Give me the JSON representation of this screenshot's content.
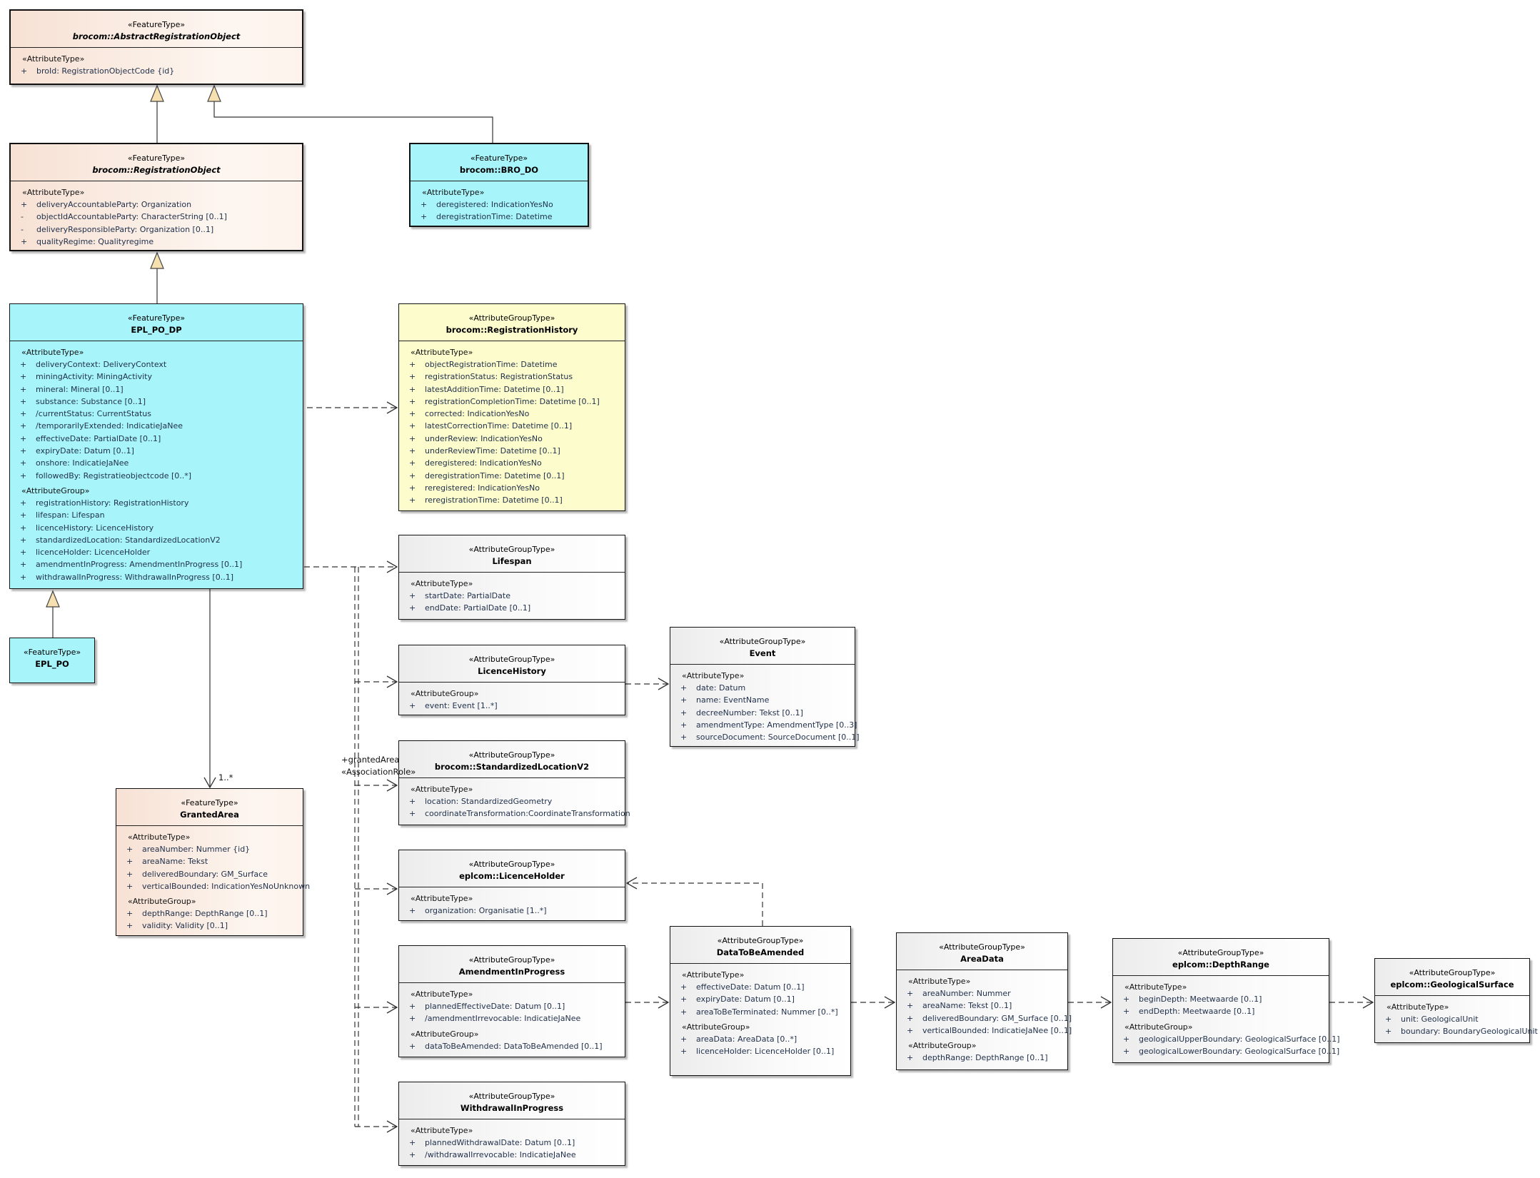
{
  "colors": {
    "feature_type_bg": "#fbeee5",
    "concrete_feature_bg": "#a7f5fb",
    "registration_history_bg": "#fdfccc",
    "attribute_group_bg": "#f3f3f3",
    "generalization_arrow_fill": "#f7e0b0",
    "line": "#333333"
  },
  "classes": [
    {
      "id": "abstract-registration-object",
      "stereotype": "«FeatureType»",
      "name": "brocom::AbstractRegistrationObject",
      "italic": true,
      "sections": [
        {
          "label": "«AttributeType»",
          "attrs": [
            {
              "vis": "+",
              "text": "broId: RegistrationObjectCode {id}"
            }
          ]
        }
      ]
    },
    {
      "id": "registration-object",
      "stereotype": "«FeatureType»",
      "name": "brocom::RegistrationObject",
      "italic": true,
      "sections": [
        {
          "label": "«AttributeType»",
          "attrs": [
            {
              "vis": "+",
              "text": "deliveryAccountableParty: Organization"
            },
            {
              "vis": "-",
              "text": "objectIdAccountableParty: CharacterString [0..1]"
            },
            {
              "vis": "-",
              "text": "deliveryResponsibleParty: Organization [0..1]"
            },
            {
              "vis": "+",
              "text": "qualityRegime: Qualityregime"
            }
          ]
        }
      ]
    },
    {
      "id": "bro-do",
      "stereotype": "«FeatureType»",
      "name": "brocom::BRO_DO",
      "italic": false,
      "sections": [
        {
          "label": "«AttributeType»",
          "attrs": [
            {
              "vis": "+",
              "text": "deregistered: IndicationYesNo"
            },
            {
              "vis": "+",
              "text": "deregistrationTime: Datetime"
            }
          ]
        }
      ]
    },
    {
      "id": "epl-po-dp",
      "stereotype": "«FeatureType»",
      "name": "EPL_PO_DP",
      "italic": false,
      "sections": [
        {
          "label": "«AttributeType»",
          "attrs": [
            {
              "vis": "+",
              "text": "deliveryContext: DeliveryContext"
            },
            {
              "vis": "+",
              "text": "miningActivity: MiningActivity"
            },
            {
              "vis": "+",
              "text": "mineral: Mineral [0..1]"
            },
            {
              "vis": "+",
              "text": "substance: Substance [0..1]"
            },
            {
              "vis": "+",
              "text": "/currentStatus: CurrentStatus"
            },
            {
              "vis": "+",
              "text": "/temporarilyExtended: IndicatieJaNee"
            },
            {
              "vis": "+",
              "text": "effectiveDate: PartialDate [0..1]"
            },
            {
              "vis": "+",
              "text": "expiryDate: Datum [0..1]"
            },
            {
              "vis": "+",
              "text": "onshore: IndicatieJaNee"
            },
            {
              "vis": "+",
              "text": "followedBy: Registratieobjectcode [0..*]"
            }
          ]
        },
        {
          "label": "«AttributeGroup»",
          "attrs": [
            {
              "vis": "+",
              "text": "registrationHistory: RegistrationHistory"
            },
            {
              "vis": "+",
              "text": "lifespan: Lifespan"
            },
            {
              "vis": "+",
              "text": "licenceHistory: LicenceHistory"
            },
            {
              "vis": "+",
              "text": "standardizedLocation: StandardizedLocationV2"
            },
            {
              "vis": "+",
              "text": "licenceHolder: LicenceHolder"
            },
            {
              "vis": "+",
              "text": "amendmentInProgress: AmendmentInProgress [0..1]"
            },
            {
              "vis": "+",
              "text": "withdrawalInProgress: WithdrawalInProgress [0..1]"
            }
          ]
        }
      ]
    },
    {
      "id": "epl-po",
      "stereotype": "«FeatureType»",
      "name": "EPL_PO",
      "italic": false,
      "sections": []
    },
    {
      "id": "granted-area",
      "stereotype": "«FeatureType»",
      "name": "GrantedArea",
      "italic": false,
      "sections": [
        {
          "label": "«AttributeType»",
          "attrs": [
            {
              "vis": "+",
              "text": "areaNumber: Nummer {id}"
            },
            {
              "vis": "+",
              "text": "areaName: Tekst"
            },
            {
              "vis": "+",
              "text": "deliveredBoundary: GM_Surface"
            },
            {
              "vis": "+",
              "text": "verticalBounded: IndicationYesNoUnknown"
            }
          ]
        },
        {
          "label": "«AttributeGroup»",
          "attrs": [
            {
              "vis": "+",
              "text": "depthRange: DepthRange [0..1]"
            },
            {
              "vis": "+",
              "text": "validity: Validity [0..1]"
            }
          ]
        }
      ]
    },
    {
      "id": "registration-history",
      "stereotype": "«AttributeGroupType»",
      "name": "brocom::RegistrationHistory",
      "italic": false,
      "sections": [
        {
          "label": "«AttributeType»",
          "attrs": [
            {
              "vis": "+",
              "text": "objectRegistrationTime: Datetime"
            },
            {
              "vis": "+",
              "text": "registrationStatus: RegistrationStatus"
            },
            {
              "vis": "+",
              "text": "latestAdditionTime: Datetime [0..1]"
            },
            {
              "vis": "+",
              "text": "registrationCompletionTime: Datetime [0..1]"
            },
            {
              "vis": "+",
              "text": "corrected: IndicationYesNo"
            },
            {
              "vis": "+",
              "text": "latestCorrectionTime: Datetime [0..1]"
            },
            {
              "vis": "+",
              "text": "underReview: IndicationYesNo"
            },
            {
              "vis": "+",
              "text": "underReviewTime: Datetime [0..1]"
            },
            {
              "vis": "+",
              "text": "deregistered: IndicationYesNo"
            },
            {
              "vis": "+",
              "text": "deregistrationTime: Datetime [0..1]"
            },
            {
              "vis": "+",
              "text": "reregistered: IndicationYesNo"
            },
            {
              "vis": "+",
              "text": "reregistrationTime: Datetime [0..1]"
            }
          ]
        }
      ]
    },
    {
      "id": "lifespan",
      "stereotype": "«AttributeGroupType»",
      "name": "Lifespan",
      "italic": false,
      "sections": [
        {
          "label": "«AttributeType»",
          "attrs": [
            {
              "vis": "+",
              "text": "startDate: PartialDate"
            },
            {
              "vis": "+",
              "text": "endDate: PartialDate [0..1]"
            }
          ]
        }
      ]
    },
    {
      "id": "licence-history",
      "stereotype": "«AttributeGroupType»",
      "name": "LicenceHistory",
      "italic": false,
      "sections": [
        {
          "label": "«AttributeGroup»",
          "attrs": [
            {
              "vis": "+",
              "text": "event: Event [1..*]"
            }
          ]
        }
      ]
    },
    {
      "id": "event",
      "stereotype": "«AttributeGroupType»",
      "name": "Event",
      "italic": false,
      "sections": [
        {
          "label": "«AttributeType»",
          "attrs": [
            {
              "vis": "+",
              "text": "date: Datum"
            },
            {
              "vis": "+",
              "text": "name: EventName"
            },
            {
              "vis": "+",
              "text": "decreeNumber: Tekst [0..1]"
            },
            {
              "vis": "+",
              "text": "amendmentType: AmendmentType [0..3]"
            },
            {
              "vis": "+",
              "text": "sourceDocument: SourceDocument [0..1]"
            }
          ]
        }
      ]
    },
    {
      "id": "standardized-location",
      "stereotype": "«AttributeGroupType»",
      "name": "brocom::StandardizedLocationV2",
      "italic": false,
      "sections": [
        {
          "label": "«AttributeType»",
          "attrs": [
            {
              "vis": "+",
              "text": "location: StandardizedGeometry"
            },
            {
              "vis": "+",
              "text": "coordinateTransformation:CoordinateTransformation"
            }
          ]
        }
      ]
    },
    {
      "id": "licence-holder",
      "stereotype": "«AttributeGroupType»",
      "name": "eplcom::LicenceHolder",
      "italic": false,
      "sections": [
        {
          "label": "«AttributeType»",
          "attrs": [
            {
              "vis": "+",
              "text": "organization: Organisatie [1..*]"
            }
          ]
        }
      ]
    },
    {
      "id": "amendment-in-progress",
      "stereotype": "«AttributeGroupType»",
      "name": "AmendmentInProgress",
      "italic": false,
      "sections": [
        {
          "label": "«AttributeType»",
          "attrs": [
            {
              "vis": "+",
              "text": "plannedEffectiveDate: Datum [0..1]"
            },
            {
              "vis": "+",
              "text": "/amendmentIrrevocable: IndicatieJaNee"
            }
          ]
        },
        {
          "label": "«AttributeGroup»",
          "attrs": [
            {
              "vis": "+",
              "text": "dataToBeAmended: DataToBeAmended [0..1]"
            }
          ]
        }
      ]
    },
    {
      "id": "withdrawal-in-progress",
      "stereotype": "«AttributeGroupType»",
      "name": "WithdrawalInProgress",
      "italic": false,
      "sections": [
        {
          "label": "«AttributeType»",
          "attrs": [
            {
              "vis": "+",
              "text": "plannedWithdrawalDate: Datum [0..1]"
            },
            {
              "vis": "+",
              "text": "/withdrawalIrrevocable: IndicatieJaNee"
            }
          ]
        }
      ]
    },
    {
      "id": "data-to-be-amended",
      "stereotype": "«AttributeGroupType»",
      "name": "DataToBeAmended",
      "italic": false,
      "sections": [
        {
          "label": "«AttributeType»",
          "attrs": [
            {
              "vis": "+",
              "text": "effectiveDate: Datum [0..1]"
            },
            {
              "vis": "+",
              "text": "expiryDate: Datum [0..1]"
            },
            {
              "vis": "+",
              "text": "areaToBeTerminated: Nummer [0..*]"
            }
          ]
        },
        {
          "label": "«AttributeGroup»",
          "attrs": [
            {
              "vis": "+",
              "text": "areaData: AreaData [0..*]"
            },
            {
              "vis": "+",
              "text": "licenceHolder: LicenceHolder [0..1]"
            }
          ]
        }
      ]
    },
    {
      "id": "area-data",
      "stereotype": "«AttributeGroupType»",
      "name": "AreaData",
      "italic": false,
      "sections": [
        {
          "label": "«AttributeType»",
          "attrs": [
            {
              "vis": "+",
              "text": "areaNumber: Nummer"
            },
            {
              "vis": "+",
              "text": "areaName: Tekst [0..1]"
            },
            {
              "vis": "+",
              "text": "deliveredBoundary: GM_Surface [0..1]"
            },
            {
              "vis": "+",
              "text": "verticalBounded: IndicatieJaNee [0..1]"
            }
          ]
        },
        {
          "label": "«AttributeGroup»",
          "attrs": [
            {
              "vis": "+",
              "text": "depthRange: DepthRange [0..1]"
            }
          ]
        }
      ]
    },
    {
      "id": "depth-range",
      "stereotype": "«AttributeGroupType»",
      "name": "eplcom::DepthRange",
      "italic": false,
      "sections": [
        {
          "label": "«AttributeType»",
          "attrs": [
            {
              "vis": "+",
              "text": "beginDepth: Meetwaarde [0..1]"
            },
            {
              "vis": "+",
              "text": "endDepth: Meetwaarde [0..1]"
            }
          ]
        },
        {
          "label": "«AttributeGroup»",
          "attrs": [
            {
              "vis": "+",
              "text": "geologicalUpperBoundary: GeologicalSurface [0..1]"
            },
            {
              "vis": "+",
              "text": "geologicalLowerBoundary: GeologicalSurface [0..1]"
            }
          ]
        }
      ]
    },
    {
      "id": "geological-surface",
      "stereotype": "«AttributeGroupType»",
      "name": "eplcom::GeologicalSurface",
      "italic": false,
      "sections": [
        {
          "label": "«AttributeType»",
          "attrs": [
            {
              "vis": "+",
              "text": "unit: GeologicalUnit"
            },
            {
              "vis": "+",
              "text": "boundary: BoundaryGeologicalUnit"
            }
          ]
        }
      ]
    }
  ],
  "edge_labels": {
    "multiplicity": "1..*",
    "role": "+grantedArea",
    "role_stereotype": "«AssociationRole»"
  }
}
